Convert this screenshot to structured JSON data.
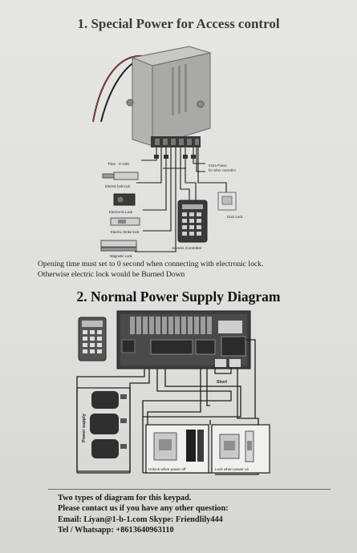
{
  "section1": {
    "title": "1. Special Power for Access control",
    "labels": {
      "time": "Time",
      "time_range": "0~100",
      "bolt_lock": "Electric bolt lock",
      "electronic_lock": "Electronic Lock",
      "strike_lock": "Electric Strike lock",
      "magnetic_lock": "Magnetic Lock",
      "access_controller": "Access Controller",
      "door_lock": "Door Lock",
      "exit_power_1": "Extra Power",
      "exit_power_2": "for other controller"
    },
    "note_line1": "Opening time must set to 0 second when connecting with electronic lock.",
    "note_line2": "Otherwise electric lock would be Burned Down"
  },
  "section2": {
    "title": "2. Normal Power Supply Diagram",
    "labels": {
      "short": "Short",
      "power_supply": "Power supply",
      "unlock_power_off": "Unlock when power off",
      "lock_power_on": "Lock when power on"
    }
  },
  "footer": {
    "line1": "Two types of diagram for this keypad.",
    "line2": "Please contact us if you have any other question:",
    "line3": "Email: Liyan@1-b-1.com    Skype: Friendlily444",
    "line4": "Tel / Whatsapp: +8613640963110"
  }
}
